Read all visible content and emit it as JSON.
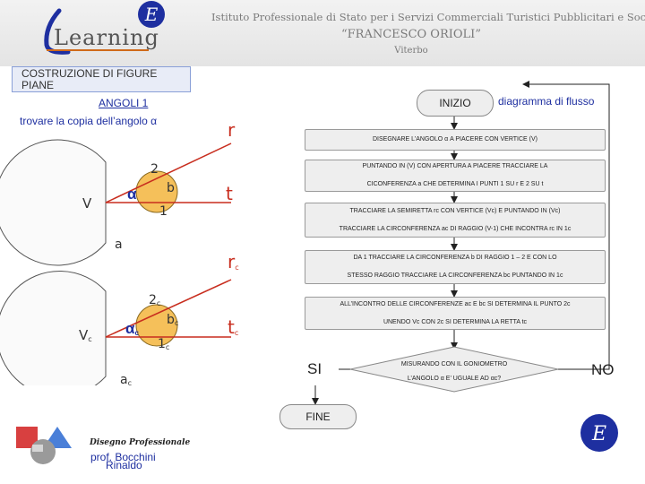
{
  "logo": {
    "text": "Learning"
  },
  "institute": {
    "line1": "Istituto Professionale di Stato per i Servizi Commerciali Turistici Pubblicitari e Sociali",
    "line2": "“FRANCESCO ORIOLI”",
    "line3": "Viterbo"
  },
  "title": {
    "line1": "COSTRUZIONE DI FIGURE",
    "line2": "PIANE"
  },
  "topic": {
    "link": "ANGOLI 1",
    "task": "trovare la copia dell’angolo α"
  },
  "figure1": {
    "v": "V",
    "alpha": "α",
    "b": "b",
    "p2": "2",
    "p1": "1",
    "a": "a",
    "r": "r",
    "t": "t"
  },
  "figure2": {
    "v": "V",
    "alpha": "α",
    "b": "b",
    "p2": "2",
    "p1": "1",
    "a": "a",
    "r": "r",
    "t": "t",
    "sub": "c"
  },
  "flowchart": {
    "heading": "diagramma di flusso",
    "start": "INIZIO",
    "step1": "DISEGNARE L’ANGOLO α A PIACERE CON VERTICE (V)",
    "step2a": "PUNTANDO IN (V) CON APERTURA A PIACERE TRACCIARE LA",
    "step2b": "CICONFERENZA a CHE DETERMINA I PUNTI 1 SU r E 2 SU t",
    "step3a": "TRACCIARE LA SEMIRETTA rc CON VERTICE (Vc) E PUNTANDO IN (Vc)",
    "step3b": "TRACCIARE LA CIRCONFERENZA ac DI RAGGIO (V-1) CHE INCONTRA rc IN 1c",
    "step4a": "DA 1 TRACCIARE LA CIRCONFERENZA b DI RAGGIO 1 – 2 E CON LO",
    "step4b": "STESSO RAGGIO TRACCIARE LA CIRCONFERENZA bc PUNTANDO IN 1c",
    "step5a": "ALL’INCONTRO DELLE CIRCONFERENZE ac E bc SI DETERMINA IL PUNTO 2c",
    "step5b": "UNENDO Vc CON 2c SI DETERMINA LA RETTA tc",
    "decision_a": "MISURANDO CON IL GONIOMETRO",
    "decision_b": "L’ANGOLO α E’ UGUALE AD αc?",
    "yes": "SI",
    "no": "NO",
    "end": "FINE"
  },
  "footer": {
    "course": "Disegno Professionale",
    "author_line1": "prof. Bocchini",
    "author_line2": "Rinaldo"
  },
  "colors": {
    "accent": "#1e2fa0",
    "red": "#c82d1e",
    "circle": "#f5c05a",
    "box": "#eeeeee"
  }
}
